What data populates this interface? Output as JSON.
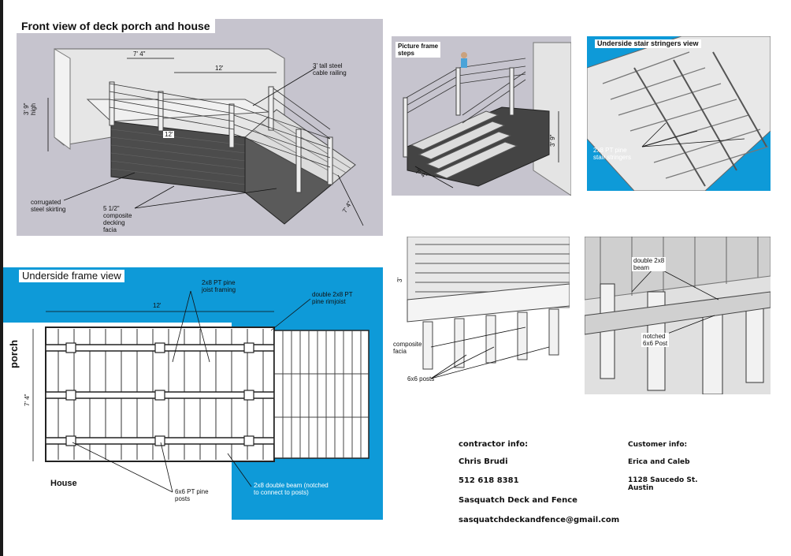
{
  "panels": {
    "front": {
      "title": "Front view of deck porch and house",
      "dim_top_small": "7' 4\"",
      "dim_top_long": "12'",
      "dim_deck_12": "12'",
      "dim_height": "3' 9\"\nhigh",
      "dim_stair": "7' 4\"",
      "label_railing": "3' tall steel\ncable railing",
      "label_skirting": "corrugated\nsteel skirting",
      "label_facia": "5 1/2\"\ncomposite\ndecking\nfacia"
    },
    "steps": {
      "title": "Picture frame\nsteps",
      "dim_width": "7' 4\"",
      "dim_height": "3' 9\""
    },
    "stringers": {
      "title": "Underside stair stringers view",
      "label": "2x8 PT pine\nstair stringers"
    },
    "underside": {
      "title": "Underside frame view",
      "dim_12": "12'",
      "dim_74": "7' 4\"",
      "label_porch": "porch",
      "label_house": "House",
      "label_joist": "2x8 PT pine\njoist framing",
      "label_rimjoist": "double 2x8 PT\npine rimjoist",
      "label_posts": "6x6 PT pine\nposts",
      "label_beam": "2x8 double beam (notched\nto connect to posts)"
    },
    "posts_side": {
      "dim_height": "3'",
      "label_facia": "composite\nfacia",
      "label_posts": "6x6 posts"
    },
    "posts_under": {
      "label_beam": "double 2x8\nbeam",
      "label_notched": "notched\n6x6 Post"
    }
  },
  "contractor": {
    "heading": "contractor info:",
    "name": "Chris Brudi",
    "phone": "512 618 8381",
    "company": "Sasquatch Deck and Fence",
    "email": "sasquatchdeckandfence@gmail.com"
  },
  "customer": {
    "heading": "Customer info:",
    "name": "Erica and Caleb",
    "address": "1128 Saucedo St.\n Austin"
  },
  "colors": {
    "panel_gray": "#c6c4ce",
    "blue": "#0e9ad8",
    "wood": "#ebebeb",
    "shade": "#a9a9a9"
  }
}
